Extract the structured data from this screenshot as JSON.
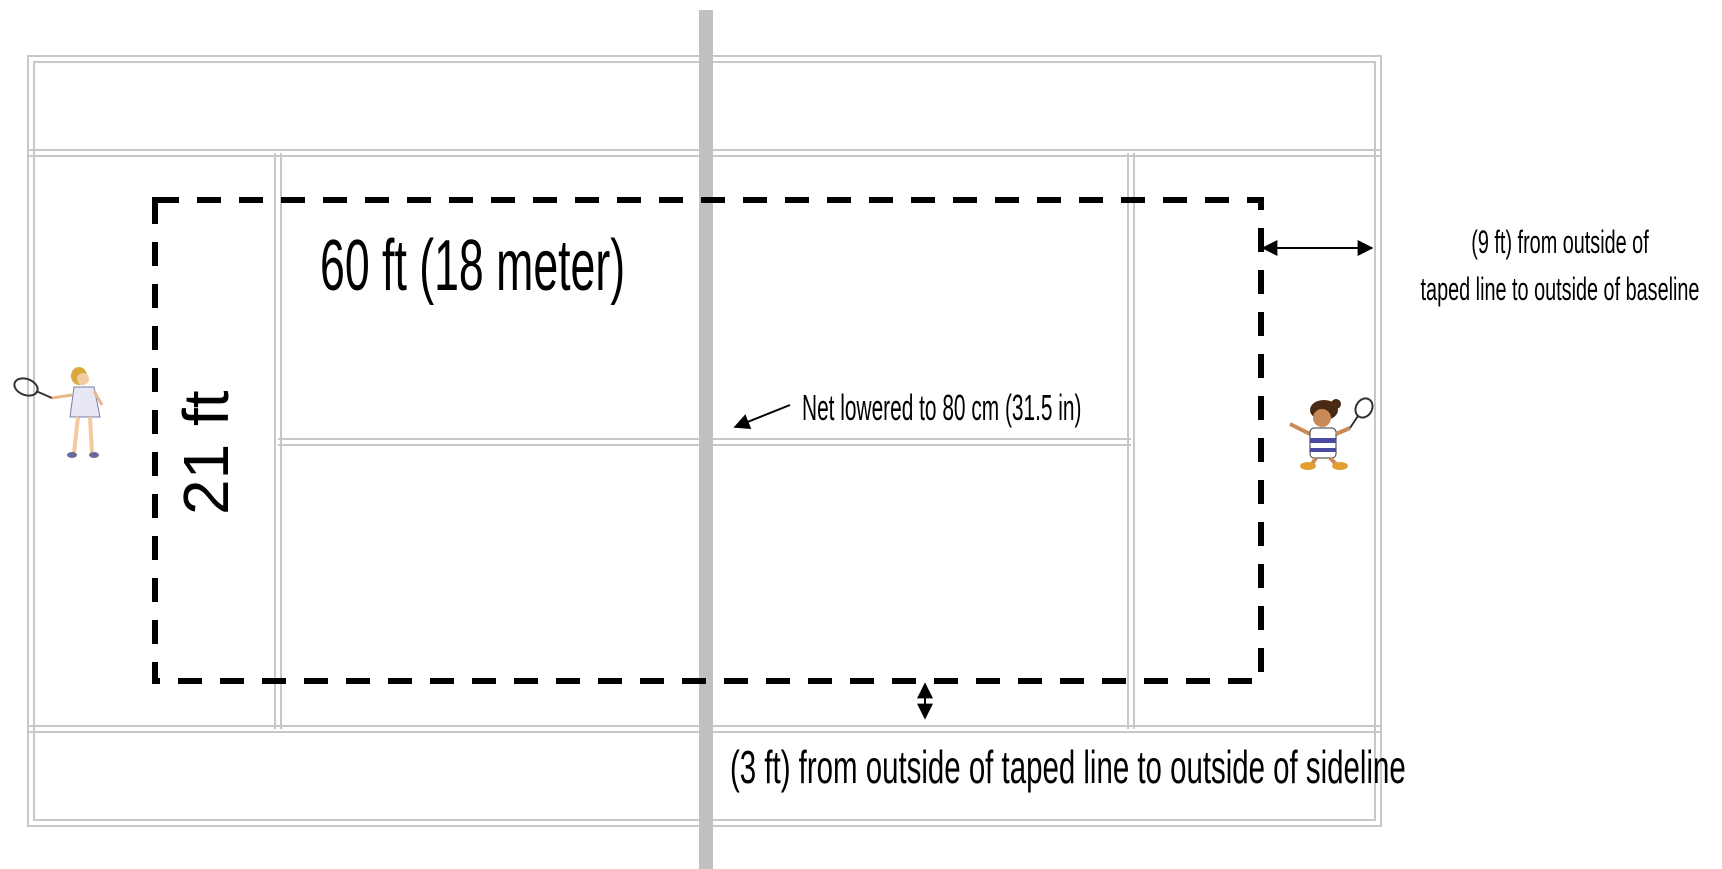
{
  "labels": {
    "length": "60 ft (18 meter)",
    "width": "21 ft",
    "net_note": "Net lowered to 80 cm (31.5 in)",
    "baseline_note_line1": "(9 ft) from outside of",
    "baseline_note_line2": "taped line to outside of baseline",
    "sideline_note": "(3 ft) from outside of taped line to outside of sideline"
  },
  "colors": {
    "court_line": "#c8c8c8",
    "net": "#c0c0c0",
    "taped_line": "#000000"
  },
  "figures": {
    "left_player": "tennis-player-girl-left-icon",
    "right_player": "tennis-player-girl-right-icon"
  }
}
